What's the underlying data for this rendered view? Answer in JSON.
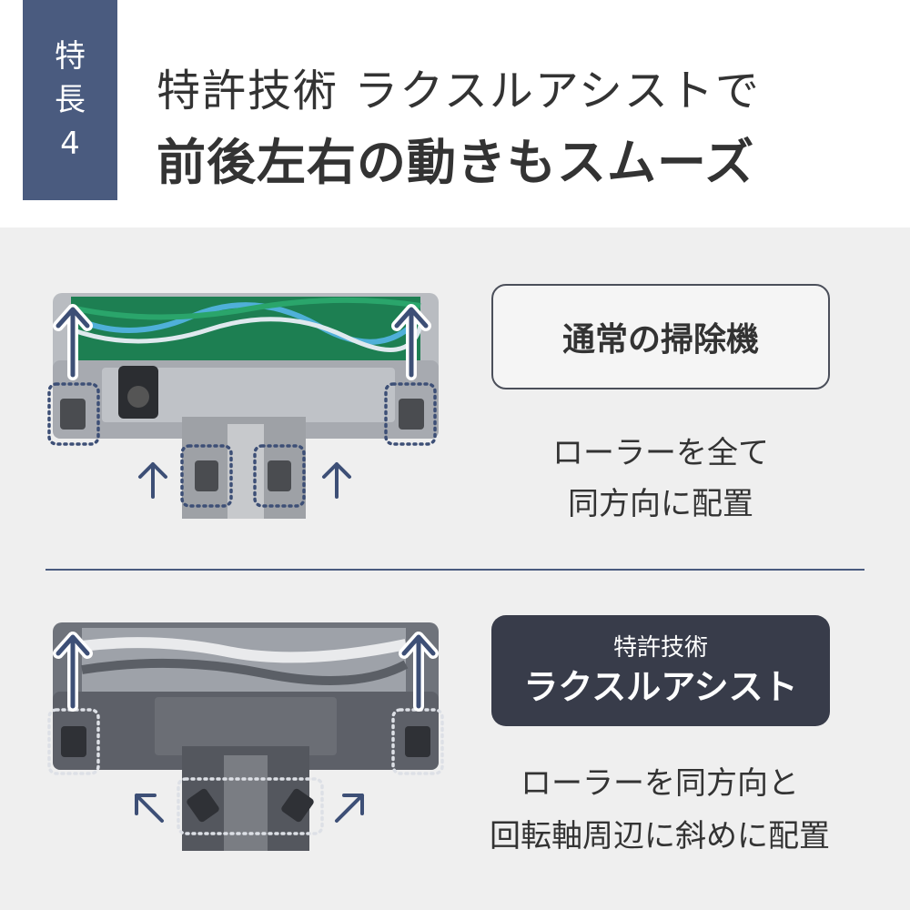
{
  "header": {
    "badge": [
      "特",
      "長",
      "4"
    ],
    "title_line1": "特許技術 ラクスルアシストで",
    "title_line2": "前後左右の動きもスムーズ"
  },
  "normal": {
    "label": "通常の掃除機",
    "description": [
      "ローラーを全て",
      "同方向に配置"
    ]
  },
  "patent": {
    "label_sub": "特許技術",
    "label_main": "ラクスルアシスト",
    "description": [
      "ローラーを同方向と",
      "回転軸周辺に斜めに配置"
    ]
  },
  "colors": {
    "accent": "#4a5b7f",
    "dark_box": "#383c4a",
    "brush_green": "#1f8a5a",
    "brush_gray": "#8a8e96"
  }
}
